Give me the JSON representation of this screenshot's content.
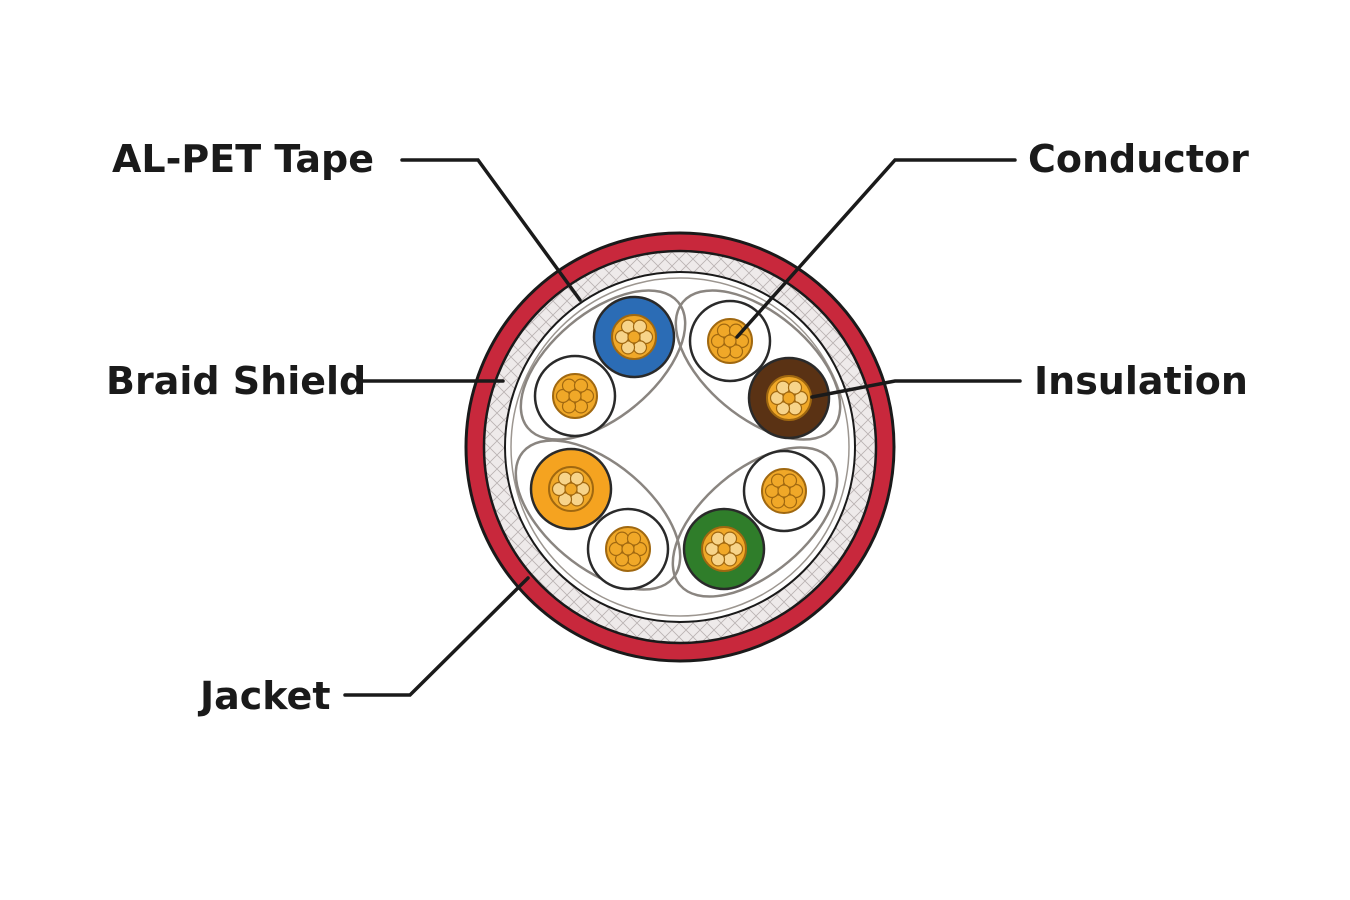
{
  "labels": {
    "al_pet_tape": "AL-PET Tape",
    "braid_shield": "Braid Shield",
    "jacket": "Jacket",
    "conductor": "Conductor",
    "insulation": "Insulation"
  },
  "colors": {
    "jacket": "#c8283c",
    "braid": "#ede8e8",
    "tape_line": "#8a8580",
    "conductor": "#f0a828",
    "conductor_stroke": "#a06810",
    "leader_line": "#1a1a1a"
  },
  "pairs": [
    {
      "name": "blue-pair",
      "wires": [
        {
          "insulation": "blue",
          "color": "#2b6cb5"
        },
        {
          "insulation": "white",
          "color": "#ffffff"
        }
      ]
    },
    {
      "name": "brown-pair",
      "wires": [
        {
          "insulation": "white",
          "color": "#ffffff"
        },
        {
          "insulation": "brown",
          "color": "#5a3214"
        }
      ]
    },
    {
      "name": "orange-pair",
      "wires": [
        {
          "insulation": "orange",
          "color": "#f5a320"
        },
        {
          "insulation": "white",
          "color": "#ffffff"
        }
      ]
    },
    {
      "name": "green-pair",
      "wires": [
        {
          "insulation": "white",
          "color": "#ffffff"
        },
        {
          "insulation": "green",
          "color": "#2f7d2a"
        }
      ]
    }
  ]
}
